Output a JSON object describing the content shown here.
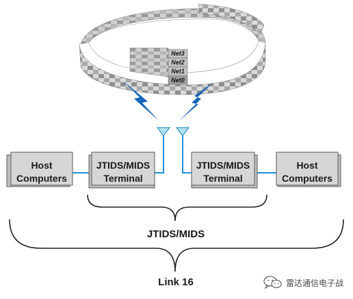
{
  "ring": {
    "nets": [
      "Net3",
      "Net2",
      "Net1",
      "Net0"
    ]
  },
  "left": {
    "host_line1": "Host",
    "host_line2": "Computers",
    "terminal_line1": "JTIDS/MIDS",
    "terminal_line2": "Terminal"
  },
  "right": {
    "terminal_line1": "JTIDS/MIDS",
    "terminal_line2": "Terminal",
    "host_line1": "Host",
    "host_line2": "Computers"
  },
  "braces": {
    "system_label": "JTIDS/MIDS",
    "link_label": "Link 16"
  },
  "watermark": {
    "text": "雷达通信电子战",
    "icon": "wechat-icon"
  },
  "colors": {
    "link_line": "#1f8fd6",
    "lightning": "#1565b8",
    "antenna_fill": "#aee0ee",
    "box_fill": "#d6d6d6",
    "ring_light": "#d8d8d8",
    "ring_dark": "#8e8e8e"
  }
}
